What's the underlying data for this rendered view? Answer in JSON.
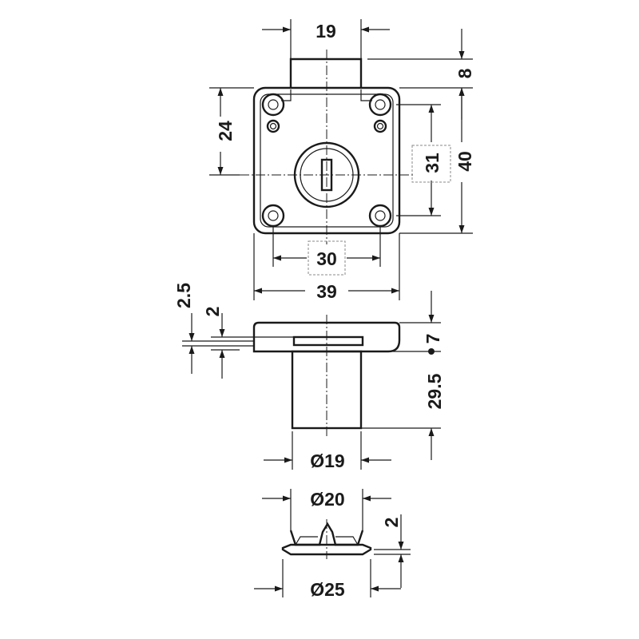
{
  "dimensions": {
    "width_top": "19",
    "height_boss": "8",
    "hole_spacing_v": "24",
    "hole_spacing_v2": "31",
    "height_total": "40",
    "hole_spacing_h": "30",
    "width_total": "39",
    "plate_offset": "2.5",
    "slot_width": "2",
    "plate_thickness": "7",
    "cylinder_length": "29.5",
    "cylinder_diameter": "Ø19",
    "rosette_inner": "Ø20",
    "rosette_height": "2",
    "rosette_outer": "Ø25"
  }
}
